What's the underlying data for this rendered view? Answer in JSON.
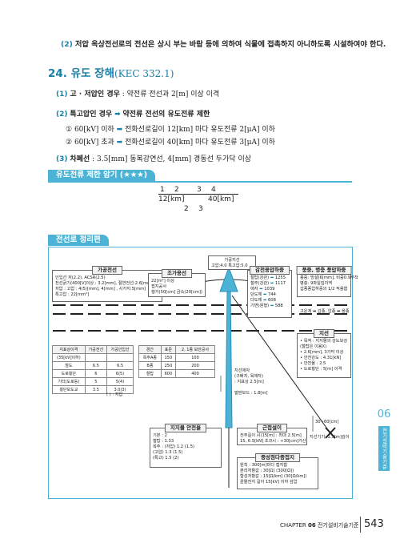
{
  "intro": {
    "num": "(2)",
    "text": "저압 옥상전선로의 전선은 상시 부는 바람 등에 의하여 식물에 접촉하지 아니하도록 시설하여야 한다."
  },
  "section": {
    "title": "24. 유도 장해",
    "ref": "(KEC 332.1)"
  },
  "items": [
    {
      "num": "(1)",
      "label": "고 · 저압인 경우",
      "text": ": 약전류 전선과 2[m] 이상 이격"
    },
    {
      "num": "(2)",
      "label": "특고압인 경우",
      "arrow": "➡",
      "text": "약전류 전선의 유도전류 제한"
    },
    {
      "num": "①",
      "text": "60[kV] 이하",
      "arrow": "➡",
      "text2": "전화선로길이 12[km] 마다 유도전류 2[μA] 이하"
    },
    {
      "num": "②",
      "text": "60[kV] 초과",
      "arrow": "➡",
      "text2": "전화선로길이 40[km] 마다 유도전류 3[μA] 이하"
    },
    {
      "num": "(3)",
      "label": "차폐선",
      "text": ": 3.5[mm] 동복강연선, 4[mm] 경동선 두가닥 이상"
    }
  ],
  "memo_tab": {
    "label": "유도전류 제한 암기",
    "stars": "(★★★)"
  },
  "memo": {
    "row1": [
      "1",
      "2",
      "3",
      "4"
    ],
    "row2a": "12[km]",
    "row2b": "40[km]",
    "row3": [
      "2",
      "3"
    ]
  },
  "diagram_tab": {
    "label": "전선로 정리편"
  },
  "diagram": {
    "box_gagong": {
      "hd": "가공전선",
      "lines": [
        "인입선 저(2.2), ACSR(2.5)",
        "전선굵기(400[V]이상 : 3.2[mm], 절연전선:2.6[mm]",
        "    저압 : 고압 : 4(5)[mm], 4[mm] , 시가지:5[mm]",
        "    특고압 : 22[mm²]"
      ]
    },
    "box_jogaseon": {
      "hd": "조가용선",
      "lines": [
        "22[m²] 이상",
        "접지공사",
        "행거(50[cm] 금속(20[cm])"
      ]
    },
    "top_pole": {
      "lines": [
        "가공지선",
        "고압:4.0 특고압:5.0"
      ]
    },
    "box_gamjeon": {
      "hd": "감전용압하중",
      "rows": [
        [
          "철탑(강관)",
          "1255"
        ],
        [
          "철주(강관)",
          "1117"
        ],
        [
          "애자",
          "1039"
        ],
        [
          "단도체",
          "744"
        ],
        [
          "다도체",
          "608"
        ],
        [
          "기변(원형)",
          "588"
        ]
      ]
    },
    "box_sosu": {
      "hd": "풍중, 병충 풍압하중",
      "lines": [
        "풍중: 빙설[6[mm], 비중0.9부착",
        "병충: 9파일집지역",
        "갑종풍압하중의 1/2 적용함"
      ]
    },
    "season_line": "고온계 ➡ 갑종, 압종 ➡ 을종",
    "box_jiseon": {
      "hd": "지선",
      "lines": [
        "• 목적 : 지지물의 강도보강",
        "        (철탑은 이용X)",
        "• 2.6[mm], 3가닥 이상",
        "• 안전강도 : 4.31[kN]",
        "• 안전율 : 2.5",
        "• 도로횡단 : 5[m] 이격"
      ]
    },
    "table_height": {
      "headers": [
        "지표상이격",
        "가공전선",
        "가공인입선"
      ],
      "rows": [
        [
          "(35[kV]이하)",
          "",
          ""
        ],
        [
          "철도",
          "6.5",
          "6.5"
        ],
        [
          "도로횡단",
          "6",
          "6(5)"
        ],
        [
          "기타(도로등)",
          "5",
          "5(4)"
        ],
        [
          "횡단보도교",
          "3.5",
          "3.0(3)"
        ]
      ],
      "note": "( ) : 저압"
    },
    "table_kyeongan": {
      "headers": [
        "경간",
        "표준",
        "2, 1종 보안공사"
      ],
      "rows": [
        [
          "목주A종",
          "150",
          "100"
        ],
        [
          "B종",
          "250",
          "200"
        ],
        [
          "철탑",
          "600",
          "400"
        ]
      ]
    },
    "soil_label": [
      "지선애자",
      "(구배지, 육애자)",
      ": 지표상 2.5[m]"
    ],
    "walk_label": "발판보드 : 1.8[m]",
    "dim_label": "30~60[cm]",
    "box_anjeon": {
      "hd": "지지물 안전율",
      "lines": [
        "기본 : 2",
        "철탑 : 1.33",
        "목주 : (저압) 1.2   (1.5)",
        "      (고압) 1.3   (1.5)",
        "      (특고) 1.5   (2)"
      ]
    },
    "box_geunjeop": {
      "hd": "근접설이",
      "lines": [
        "전주길이 시(15[m] : 최대 2.5[m]",
        "15, 6.5[kN] 초과시 : +30[cm]가산"
      ]
    },
    "jiseon_depth": "지선기기: 1.5[m]깊이",
    "box_jungseong": {
      "hd": "중성점다중접지",
      "lines": [
        "원칙 : 300[m]마다 접지함",
        "분리저항값 : 30[Ω]       (300[Ω])",
        "합성저항값 : 15[Ω/km]   (30[Ω/km])",
        "끝물전지 길이 15[kV] 이하 감압"
      ]
    }
  },
  "sidetab": {
    "num": "06",
    "text": "전기설비기술기준"
  },
  "footer": {
    "chapter": "CHAPTER",
    "chap_num": "06",
    "chap_title": "전기설비기술기준",
    "page": "543"
  }
}
